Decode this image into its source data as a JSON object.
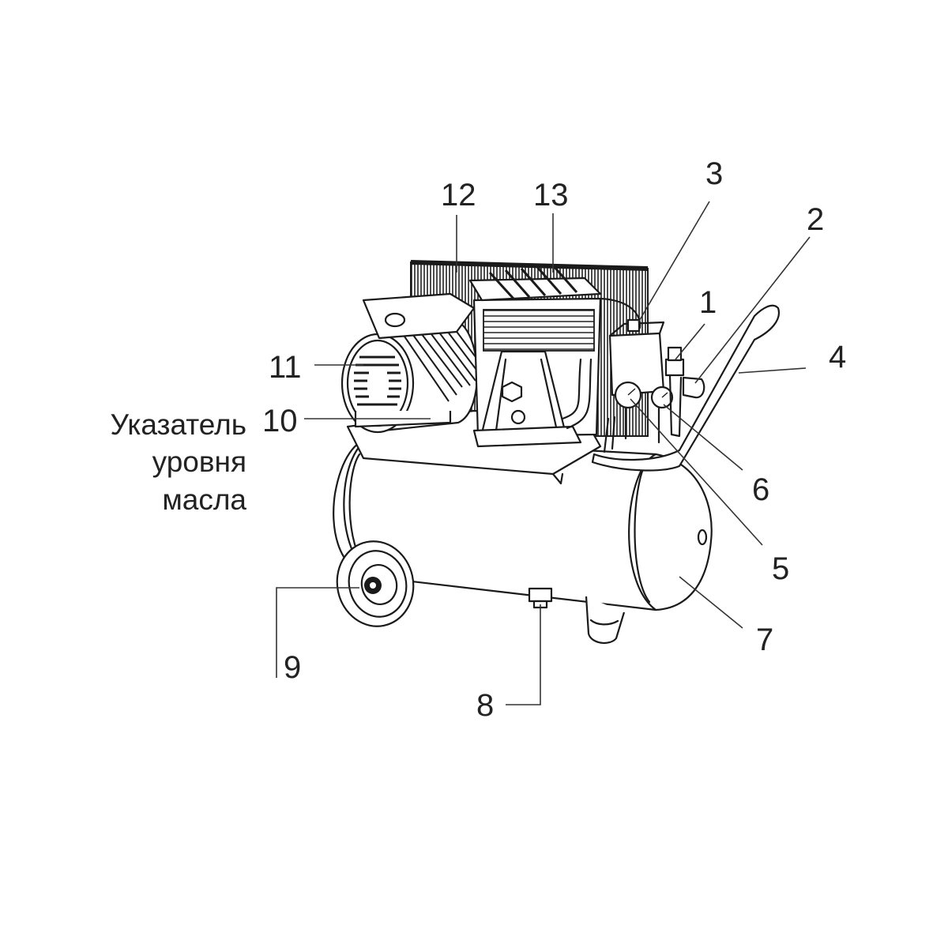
{
  "callouts": {
    "c1": "1",
    "c2": "2",
    "c3": "3",
    "c4": "4",
    "c5": "5",
    "c6": "6",
    "c7": "7",
    "c8": "8",
    "c9": "9",
    "c10": "10",
    "c11": "11",
    "c12": "12",
    "c13": "13"
  },
  "oil_level_note": {
    "line1": "Указатель",
    "line2": "уровня",
    "line3": "масла"
  }
}
